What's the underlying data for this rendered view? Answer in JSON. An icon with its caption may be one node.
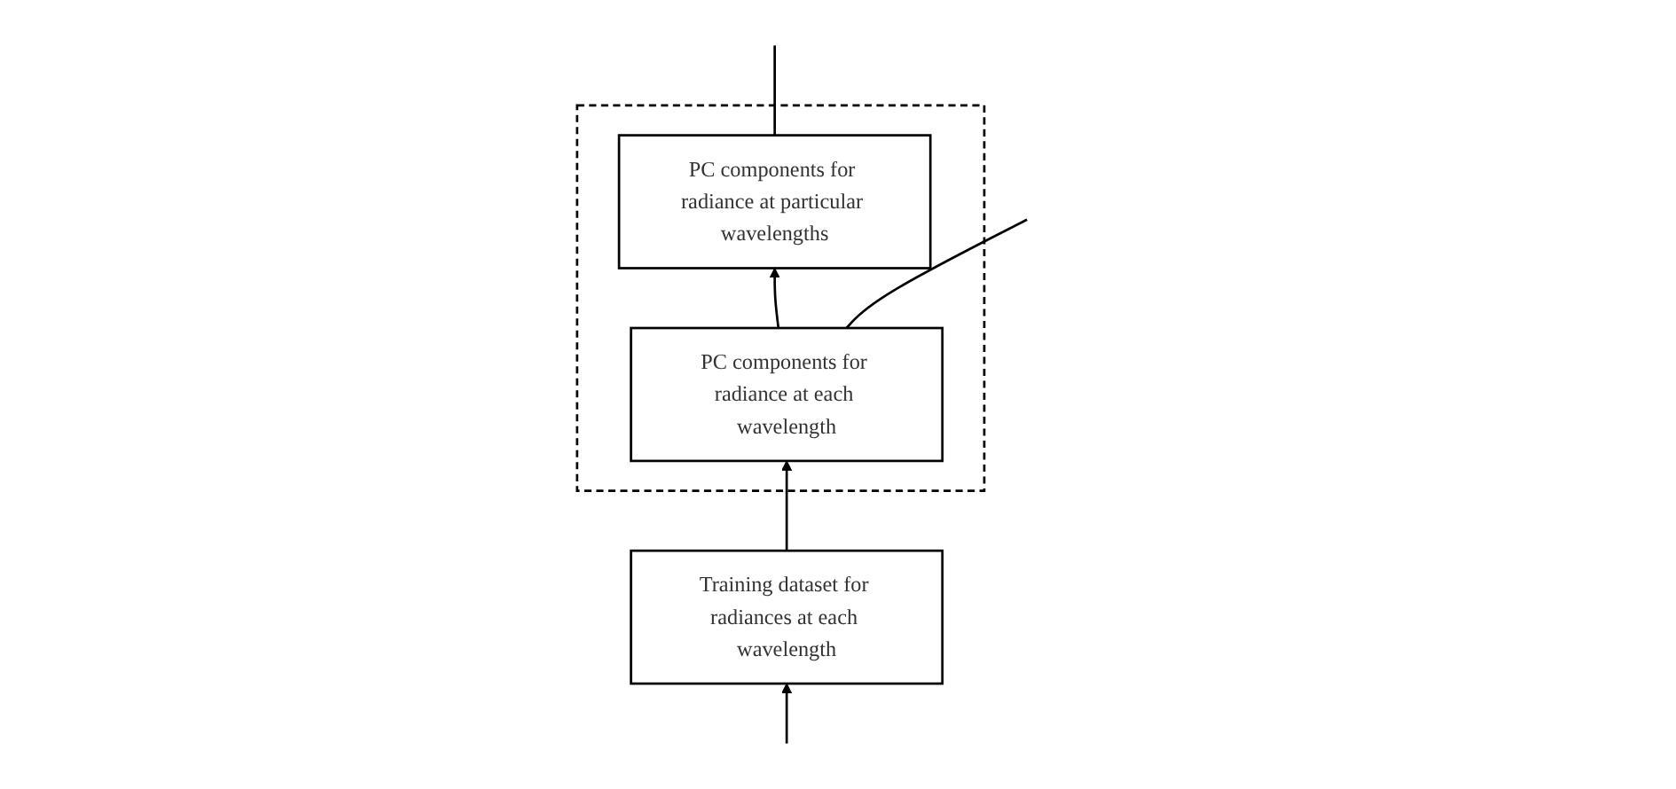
{
  "diagram": {
    "nodes": [
      {
        "text": [],
        "shape": "box"
      },
      {
        "text": [
          "PC components for radiance at particular wavelengths"
        ],
        "in": 0
      },
      {
        "text": [
          "PC components for radiance at each wavelength"
        ],
        "in": 0
      },
      {
        "text": [
          "Training dataset for radiances at each wavelength"
        ]
      }
    ],
    "edges": [
      {
        "from": 2,
        "to": 1,
        "arrow": "to"
      },
      {
        "from": 3,
        "to": 2,
        "arrow": "to"
      },
      {
        "from": null,
        "to": 3,
        "arrow": "to"
      },
      {
        "from": 1,
        "to": null,
        "arrow": "none"
      },
      {
        "from": 2,
        "to": null,
        "arrow": "none"
      }
    ]
  }
}
